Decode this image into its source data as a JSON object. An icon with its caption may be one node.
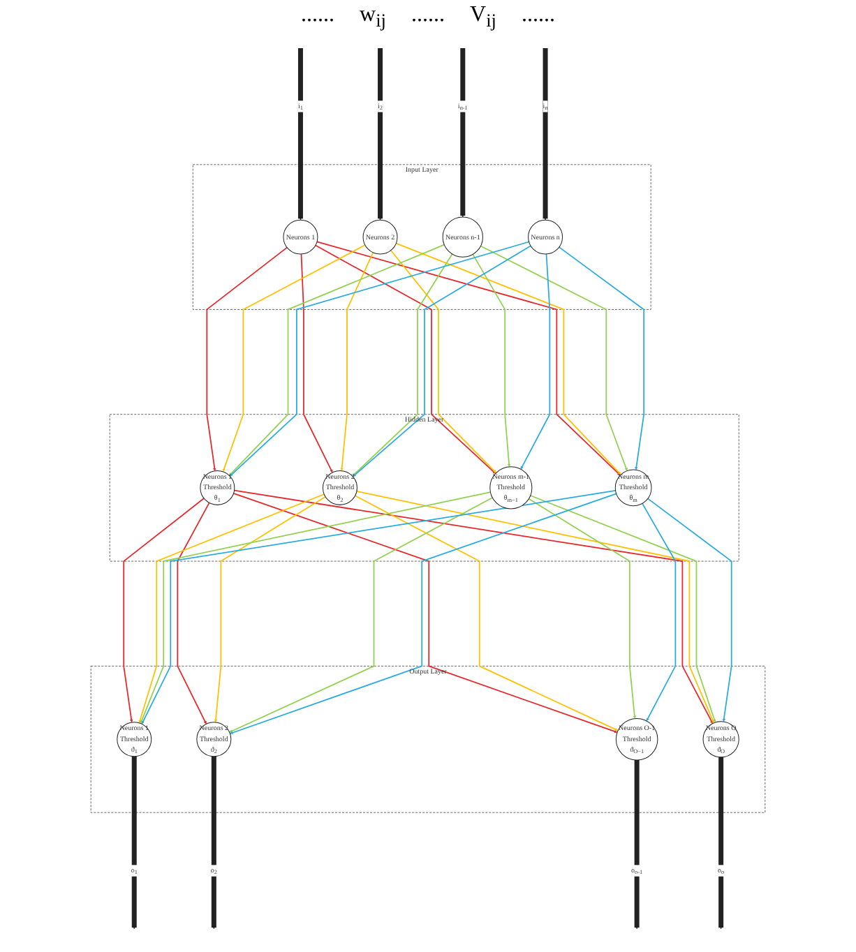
{
  "diagram": {
    "nodes": [
      {
        "text": [
          "Input Layer"
        ]
      },
      {
        "text": [
          "Neurons 1"
        ],
        "in": 0
      },
      {
        "text": [
          "Neurons 2"
        ],
        "in": 0
      },
      {
        "text": [
          "Neurons n-1"
        ],
        "in": 0
      },
      {
        "text": [
          "Neurons n"
        ],
        "in": 0
      },
      {
        "text": [
          "Hidden Layer"
        ]
      },
      {
        "text": [
          "Neurons 1",
          "Threshold",
          "θ$_{1}$"
        ],
        "in": 5
      },
      {
        "text": [
          "Neurons 2",
          "Threshold",
          "θ$_{2}$"
        ],
        "in": 5
      },
      {
        "text": [
          "Neurons m-1",
          "Threshold",
          "θ$_{m−1}$"
        ],
        "in": 5
      },
      {
        "text": [
          "Neurons m",
          "Threshold",
          "θ$_{m}$"
        ],
        "in": 5
      },
      {
        "text": [
          "Output Layer"
        ]
      },
      {
        "text": [
          "Neurons 1",
          "Threshold",
          "ϑ$_{1}$"
        ],
        "in": 10
      },
      {
        "text": [
          "Neurons 2",
          "Threshold",
          "ϑ$_{2}$"
        ],
        "in": 10
      },
      {
        "text": [
          "Neurons O-1",
          "Threshold",
          "ϑ$_{O−1}$"
        ],
        "in": 10
      },
      {
        "text": [
          "Neurons O",
          "Threshold",
          "ϑ$_{O}$"
        ],
        "in": 10
      }
    ],
    "edges": [
      {
        "from": null,
        "to": 1,
        "arrow": "to",
        "label": "i$_{1}$",
        "style": "thick"
      },
      {
        "from": null,
        "to": 2,
        "arrow": "to",
        "label": "i$_{2}$",
        "style": "thick"
      },
      {
        "from": null,
        "to": 3,
        "arrow": "to",
        "label": "i$_{n-1}$",
        "style": "thick"
      },
      {
        "from": null,
        "to": 4,
        "arrow": "to",
        "label": "i$_{n}$",
        "style": "thick"
      },
      {
        "from": 1,
        "to": 6,
        "arrow": "to",
        "color": "#e8262a"
      },
      {
        "from": 1,
        "to": 7,
        "arrow": "to",
        "color": "#e8262a"
      },
      {
        "from": 1,
        "to": 8,
        "arrow": "to",
        "color": "#e8262a"
      },
      {
        "from": 1,
        "to": 9,
        "arrow": "to",
        "color": "#e8262a"
      },
      {
        "from": 2,
        "to": 6,
        "arrow": "to",
        "color": "#ffc000"
      },
      {
        "from": 2,
        "to": 7,
        "arrow": "to",
        "color": "#ffc000"
      },
      {
        "from": 2,
        "to": 8,
        "arrow": "to",
        "color": "#ffc000"
      },
      {
        "from": 2,
        "to": 9,
        "arrow": "to",
        "color": "#ffc000"
      },
      {
        "from": 3,
        "to": 6,
        "arrow": "to",
        "color": "#92d050"
      },
      {
        "from": 3,
        "to": 7,
        "arrow": "to",
        "color": "#92d050"
      },
      {
        "from": 3,
        "to": 8,
        "arrow": "to",
        "color": "#92d050"
      },
      {
        "from": 3,
        "to": 9,
        "arrow": "to",
        "color": "#92d050"
      },
      {
        "from": 4,
        "to": 6,
        "arrow": "to",
        "color": "#29abe2"
      },
      {
        "from": 4,
        "to": 7,
        "arrow": "to",
        "color": "#29abe2"
      },
      {
        "from": 4,
        "to": 8,
        "arrow": "to",
        "color": "#29abe2"
      },
      {
        "from": 4,
        "to": 9,
        "arrow": "to",
        "color": "#29abe2"
      },
      {
        "from": 6,
        "to": 11,
        "arrow": "to",
        "color": "#e8262a"
      },
      {
        "from": 6,
        "to": 12,
        "arrow": "to",
        "color": "#e8262a"
      },
      {
        "from": 6,
        "to": 13,
        "arrow": "to",
        "color": "#e8262a"
      },
      {
        "from": 6,
        "to": 14,
        "arrow": "to",
        "color": "#e8262a"
      },
      {
        "from": 7,
        "to": 11,
        "arrow": "to",
        "color": "#ffc000"
      },
      {
        "from": 7,
        "to": 12,
        "arrow": "to",
        "color": "#ffc000"
      },
      {
        "from": 7,
        "to": 13,
        "arrow": "to",
        "color": "#ffc000"
      },
      {
        "from": 7,
        "to": 14,
        "arrow": "to",
        "color": "#ffc000"
      },
      {
        "from": 8,
        "to": 11,
        "arrow": "to",
        "color": "#92d050"
      },
      {
        "from": 8,
        "to": 12,
        "arrow": "to",
        "color": "#92d050"
      },
      {
        "from": 8,
        "to": 13,
        "arrow": "to",
        "color": "#92d050"
      },
      {
        "from": 8,
        "to": 14,
        "arrow": "to",
        "color": "#92d050"
      },
      {
        "from": 9,
        "to": 11,
        "arrow": "to",
        "color": "#29abe2"
      },
      {
        "from": 9,
        "to": 12,
        "arrow": "to",
        "color": "#29abe2"
      },
      {
        "from": 9,
        "to": 13,
        "arrow": "to",
        "color": "#29abe2"
      },
      {
        "from": 9,
        "to": 14,
        "arrow": "to",
        "color": "#29abe2"
      },
      {
        "from": 11,
        "to": null,
        "arrow": "to",
        "label": "o$_{1}$",
        "style": "thick"
      },
      {
        "from": 12,
        "to": null,
        "arrow": "to",
        "label": "o$_{2}$",
        "style": "thick"
      },
      {
        "from": 13,
        "to": null,
        "arrow": "to",
        "label": "o$_{o-1}$",
        "style": "thick"
      },
      {
        "from": 14,
        "to": null,
        "arrow": "to",
        "label": "o$_{o}$",
        "style": "thick"
      }
    ],
    "labels": [
      "......",
      "w$_{ij}$",
      "......",
      "V$_{ij}$",
      "......"
    ]
  }
}
